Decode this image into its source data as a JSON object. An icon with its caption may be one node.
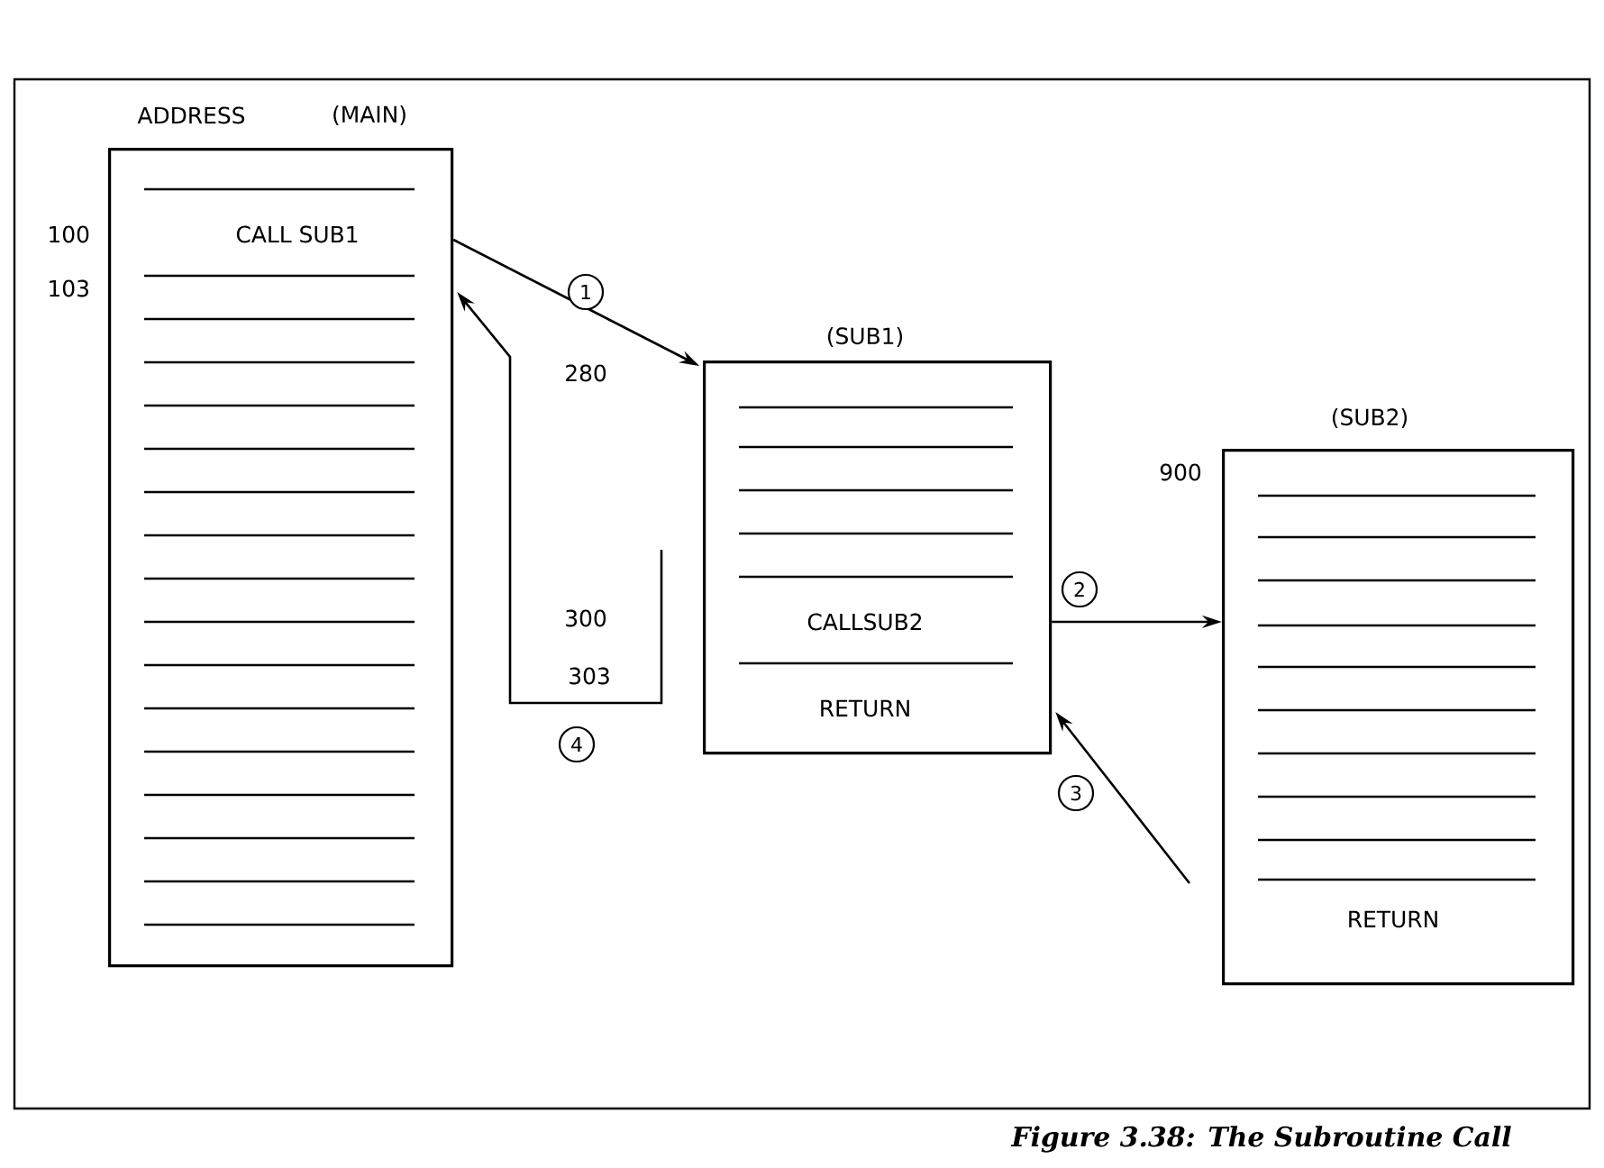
{
  "diagram": {
    "caption": "Figure 3.38: The Subroutine Call",
    "nodes": [
      {
        "text": [
          "(MAIN)",
          "CALL SUB1"
        ]
      },
      {
        "text": [
          "(SUB1)",
          "CALLSUB2",
          "RETURN"
        ]
      },
      {
        "text": [
          "(SUB2)",
          "RETURN"
        ],
        "beside": [
          "900"
        ]
      }
    ],
    "edges": [
      {
        "from": 0,
        "to": 1,
        "arrow": "to",
        "label": "1"
      },
      {
        "from": 1,
        "to": 2,
        "arrow": "to",
        "label": "2"
      },
      {
        "from": 2,
        "to": 1,
        "arrow": "to",
        "label": "3"
      },
      {
        "from": 1,
        "to": 0,
        "arrow": "to",
        "label": "4"
      }
    ],
    "labels": [
      "ADDRESS",
      "100",
      "103",
      "280",
      "300",
      "303"
    ]
  }
}
